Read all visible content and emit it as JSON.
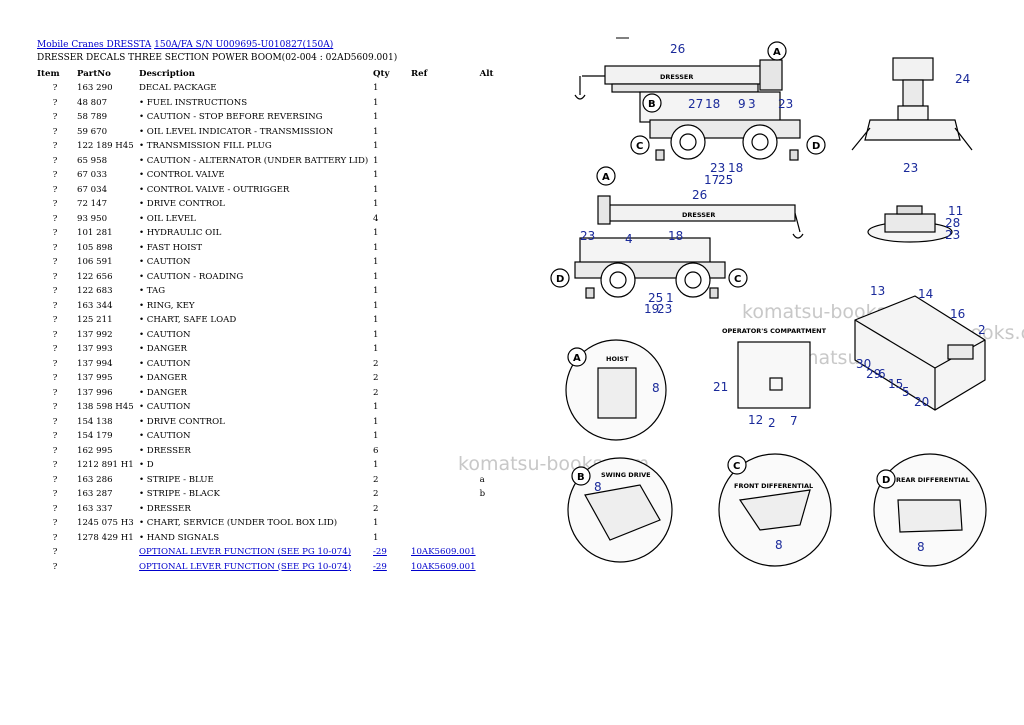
{
  "breadcrumb": {
    "link1": "Mobile Cranes DRESSTA",
    "link2": "150A/FA S/N U009695-U010827(150A)"
  },
  "subtitle": "DRESSER DECALS THREE SECTION POWER BOOM(02-004 : 02AD5609.001)",
  "table": {
    "headers": {
      "item": "Item",
      "partno": "PartNo",
      "description": "Description",
      "qty": "Qty",
      "ref": "Ref",
      "alt": "Alt"
    },
    "rows": [
      {
        "item": "?",
        "partno": "163 290",
        "description": "DECAL PACKAGE",
        "qty": "1",
        "ref": "",
        "alt": ""
      },
      {
        "item": "?",
        "partno": "48 807",
        "description": "• FUEL INSTRUCTIONS",
        "qty": "1",
        "ref": "",
        "alt": ""
      },
      {
        "item": "?",
        "partno": "58 789",
        "description": "• CAUTION - STOP BEFORE REVERSING",
        "qty": "1",
        "ref": "",
        "alt": ""
      },
      {
        "item": "?",
        "partno": "59 670",
        "description": "• OIL LEVEL INDICATOR - TRANSMISSION",
        "qty": "1",
        "ref": "",
        "alt": ""
      },
      {
        "item": "?",
        "partno": "122 189 H45",
        "description": "• TRANSMISSION FILL PLUG",
        "qty": "1",
        "ref": "",
        "alt": ""
      },
      {
        "item": "?",
        "partno": "65 958",
        "description": "• CAUTION - ALTERNATOR (UNDER BATTERY LID)",
        "qty": "1",
        "ref": "",
        "alt": ""
      },
      {
        "item": "?",
        "partno": "67 033",
        "description": "• CONTROL VALVE",
        "qty": "1",
        "ref": "",
        "alt": ""
      },
      {
        "item": "?",
        "partno": "67 034",
        "description": "• CONTROL VALVE - OUTRIGGER",
        "qty": "1",
        "ref": "",
        "alt": ""
      },
      {
        "item": "?",
        "partno": "72 147",
        "description": "• DRIVE CONTROL",
        "qty": "1",
        "ref": "",
        "alt": ""
      },
      {
        "item": "?",
        "partno": "93 950",
        "description": "• OIL LEVEL",
        "qty": "4",
        "ref": "",
        "alt": ""
      },
      {
        "item": "?",
        "partno": "101 281",
        "description": "• HYDRAULIC OIL",
        "qty": "1",
        "ref": "",
        "alt": ""
      },
      {
        "item": "?",
        "partno": "105 898",
        "description": "• FAST HOIST",
        "qty": "1",
        "ref": "",
        "alt": ""
      },
      {
        "item": "?",
        "partno": "106 591",
        "description": "• CAUTION",
        "qty": "1",
        "ref": "",
        "alt": ""
      },
      {
        "item": "?",
        "partno": "122 656",
        "description": "• CAUTION - ROADING",
        "qty": "1",
        "ref": "",
        "alt": ""
      },
      {
        "item": "?",
        "partno": "122 683",
        "description": "• TAG",
        "qty": "1",
        "ref": "",
        "alt": ""
      },
      {
        "item": "?",
        "partno": "163 344",
        "description": "• RING, KEY",
        "qty": "1",
        "ref": "",
        "alt": ""
      },
      {
        "item": "?",
        "partno": "125 211",
        "description": "• CHART, SAFE LOAD",
        "qty": "1",
        "ref": "",
        "alt": ""
      },
      {
        "item": "?",
        "partno": "137 992",
        "description": "• CAUTION",
        "qty": "1",
        "ref": "",
        "alt": ""
      },
      {
        "item": "?",
        "partno": "137 993",
        "description": "• DANGER",
        "qty": "1",
        "ref": "",
        "alt": ""
      },
      {
        "item": "?",
        "partno": "137 994",
        "description": "• CAUTION",
        "qty": "2",
        "ref": "",
        "alt": ""
      },
      {
        "item": "?",
        "partno": "137 995",
        "description": "• DANGER",
        "qty": "2",
        "ref": "",
        "alt": ""
      },
      {
        "item": "?",
        "partno": "137 996",
        "description": "• DANGER",
        "qty": "2",
        "ref": "",
        "alt": ""
      },
      {
        "item": "?",
        "partno": "138 598 H45",
        "description": "• CAUTION",
        "qty": "1",
        "ref": "",
        "alt": ""
      },
      {
        "item": "?",
        "partno": "154 138",
        "description": "• DRIVE CONTROL",
        "qty": "1",
        "ref": "",
        "alt": ""
      },
      {
        "item": "?",
        "partno": "154 179",
        "description": "• CAUTION",
        "qty": "1",
        "ref": "",
        "alt": ""
      },
      {
        "item": "?",
        "partno": "162 995",
        "description": "• DRESSER",
        "qty": "6",
        "ref": "",
        "alt": ""
      },
      {
        "item": "?",
        "partno": "1212 891 H1",
        "description": "• D",
        "qty": "1",
        "ref": "",
        "alt": ""
      },
      {
        "item": "?",
        "partno": "163 286",
        "description": "• STRIPE - BLUE",
        "qty": "2",
        "ref": "",
        "alt": "a"
      },
      {
        "item": "?",
        "partno": "163 287",
        "description": "• STRIPE - BLACK",
        "qty": "2",
        "ref": "",
        "alt": "b"
      },
      {
        "item": "?",
        "partno": "163 337",
        "description": "• DRESSER",
        "qty": "2",
        "ref": "",
        "alt": ""
      },
      {
        "item": "?",
        "partno": "1245 075 H3",
        "description": "• CHART, SERVICE (UNDER TOOL BOX LID)",
        "qty": "1",
        "ref": "",
        "alt": ""
      },
      {
        "item": "?",
        "partno": "1278 429 H1",
        "description": "• HAND SIGNALS",
        "qty": "1",
        "ref": "",
        "alt": ""
      }
    ],
    "link_rows": [
      {
        "item": "?",
        "description": "OPTIONAL LEVER FUNCTION (SEE PG 10-074)",
        "qty": "-29",
        "ref": "10AK5609.001"
      },
      {
        "item": "?",
        "description": "OPTIONAL LEVER FUNCTION (SEE PG 10-074)",
        "qty": "-29",
        "ref": "10AK5609.001"
      }
    ]
  },
  "watermark": "komatsu-books.com",
  "diagram": {
    "callouts": {
      "a": "A",
      "b": "B",
      "c": "C",
      "d": "D"
    },
    "view_titles": {
      "hoist": "HOIST",
      "operators": "OPERATOR'S COMPARTMENT",
      "swing": "SWING DRIVE",
      "front": "FRONT DIFFERENTIAL",
      "rear": "REAR DIFFERENTIAL"
    },
    "brand": "DRESSER",
    "numbers": {
      "n1": "26",
      "n2": "27",
      "n3": "18",
      "n4": "9",
      "n5": "3",
      "n6": "23",
      "n7": "23",
      "n8": "17",
      "n9": "25",
      "n10": "18",
      "n11": "24",
      "n12": "23",
      "n13": "26",
      "n14": "23",
      "n15": "4",
      "n16": "18",
      "n17": "25",
      "n18": "1",
      "n19": "19",
      "n20": "23",
      "n21": "11",
      "n22": "28",
      "n23": "23",
      "n24": "13",
      "n25": "14",
      "n26": "16",
      "n27": "2",
      "n28": "30",
      "n29": "29",
      "n30": "6",
      "n31": "15",
      "n32": "5",
      "n33": "20",
      "n34": "8",
      "n35": "21",
      "n36": "12",
      "n37": "2",
      "n38": "7",
      "n39": "8",
      "n40": "8",
      "n41": "8"
    }
  }
}
